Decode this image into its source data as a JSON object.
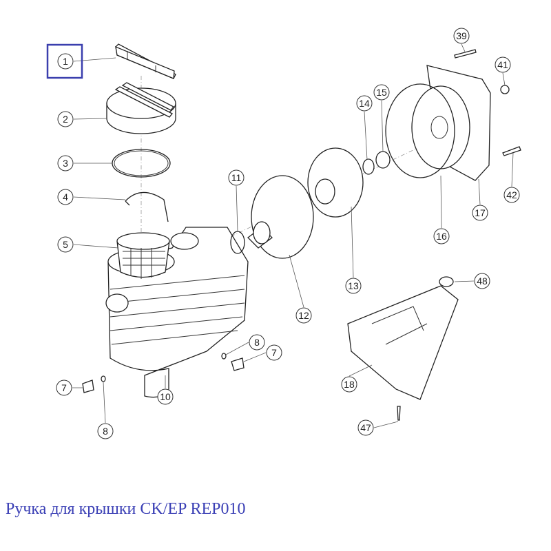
{
  "diagram": {
    "title": "Exploded parts diagram of pool pump",
    "highlighted_part": "1",
    "callouts": {
      "c1": "1",
      "c2": "2",
      "c3": "3",
      "c4": "4",
      "c5": "5",
      "c7a": "7",
      "c7b": "7",
      "c8a": "8",
      "c8b": "8",
      "c10": "10",
      "c11": "11",
      "c12": "12",
      "c13": "13",
      "c14": "14",
      "c15": "15",
      "c16": "16",
      "c17": "17",
      "c18": "18",
      "c39": "39",
      "c41": "41",
      "c42": "42",
      "c47": "47",
      "c48": "48"
    },
    "highlight_color": "#3a3fae"
  },
  "caption": "Ручка для крышки CK/EP REP010"
}
